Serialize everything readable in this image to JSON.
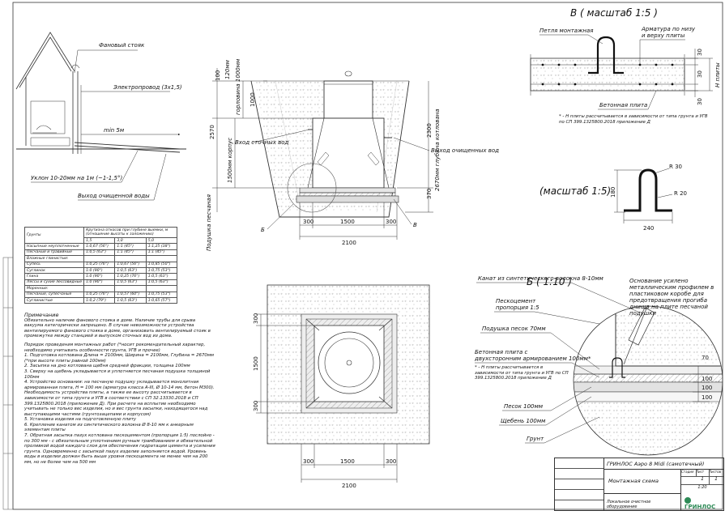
{
  "labels": {
    "fan_riser": "Фановый стояк",
    "power_line": "Электропровод (3х1,5)",
    "min_5m": "min 5м",
    "slope": "Уклон 10-20мм на 1м (~1-1,5°)",
    "outlet_treated": "Выход очищенной воды",
    "gorlovina_1000": "горловина 1000мм",
    "pipe_120": "120мм",
    "korpus_1500": "1500мм корпус",
    "inlet": "Вход сточных вод",
    "outlet": "Выход очищенных вод",
    "depth_2670": "2670мм глубина котлована",
    "cushion": "Подушка песчаная",
    "mark_B": "Б",
    "mark_V": "В"
  },
  "dims": {
    "d100": "100",
    "d1000": "1000",
    "d2570": "2570",
    "d2300": "2300",
    "d370": "370",
    "d300a": "300",
    "d1500a": "1500",
    "d300b": "300",
    "d2100a": "2100",
    "pv300a": "300",
    "pv1500": "1500",
    "pv300b": "300",
    "ph300a": "300",
    "ph1500": "1500",
    "ph300b": "300",
    "ph2100": "2100"
  },
  "detail_v": {
    "title": "В ( масштаб 1:5 )",
    "loop": "Петля монтажная",
    "rebar": "Арматура по низу и верху плиты",
    "plate": "Бетонная плита",
    "h_plate": "H плиты",
    "d30a": "30",
    "d30b": "30",
    "d30c": "30",
    "note": "* - Н плиты рассчитывается в зависимости от типа грунта и УГВ по СП 399.1325800.2018 приложение Д"
  },
  "detail_loop": {
    "title": "(масштаб 1:5)",
    "r30": "R 30",
    "r20": "R 20",
    "d180": "180",
    "d240": "240"
  },
  "detail_b": {
    "title": "Б ( 1:10 )",
    "rope": "Канат из синтетического волокна 8-10мм",
    "reinforce": "Основание усилено металлическим профилем в пластиковом коробе для предотвращения прогиба днища на плите песчаной подушки",
    "sand_cement": "Пескоцемент пропорция 1:5",
    "cushion": "Подушка песок 70мм",
    "plate": "Бетонная плита с двухсторонним армированием 100мм*",
    "note": "* - Н плиты рассчитывается в зависимости от типа грунта и УГВ по СП 399.1325800.2018 приложение Д",
    "sand": "Песок 100мм",
    "gravel": "Щебень 100мм",
    "soil": "Грунт",
    "d70": "70",
    "d100a": "100",
    "d100b": "100",
    "d100c": "100"
  },
  "soil_table": {
    "header_soil": "Грунты",
    "header_slope": "Крутизна откосов при глубине выемки, м (отношение высоты к заложению)",
    "depths": [
      "1,5",
      "3,0",
      "5,0"
    ],
    "rows": [
      [
        "Насыпные неуплотненные",
        "1:0,67 (56°)",
        "1:1 (45°)",
        "1:1,25 (38°)"
      ],
      [
        "Песчаные и гравийные",
        "1:0,5 (63°)",
        "1:1 (45°)",
        "1:1 (45°)"
      ],
      [
        "Влажные глинистые:",
        "",
        "",
        ""
      ],
      [
        "Супесь",
        "1:0,25 (76°)",
        "1:0,67 (56°)",
        "1:0,85 (50°)"
      ],
      [
        "Суглинок",
        "1:0 (90°)",
        "1:0,5 (63°)",
        "1:0,75 (53°)"
      ],
      [
        "Глина",
        "1:0 (90°)",
        "1:0,25 (76°)",
        "1:0,5 (63°)"
      ],
      [
        "Лессы и сухие лессовидные",
        "1:0 (90°)",
        "1:0,5 (63°)",
        "1:0,5 (63°)"
      ],
      [
        "Моренные:",
        "",
        "",
        ""
      ],
      [
        "Песчаные, супесчаные",
        "1:0,25 (76°)",
        "1:0,57 (60°)",
        "1:0,75 (53°)"
      ],
      [
        "Суглинистые",
        "1:0,2 (79°)",
        "1:0,5 (63°)",
        "1:0,65 (57°)"
      ]
    ]
  },
  "notes": {
    "title": "Примечание",
    "intro": "Обязательно наличие фанового стояка в доме. Наличие трубы для срыва вакуума категорически запрещено. В случае невозможности устройства вентилируемого фанового стояка в доме, организовать вентилируемый стояк в промежутке между станцией и выпуском сточных вод из дома.",
    "order_title": "Порядок проведения монтажных работ (*носит рекомендательный характер, необходимо учитывать особенности грунта, УГВ и прочее)",
    "steps": [
      "1. Подготовка котлована Длина = 2100мм, Ширина = 2100мм, Глубина = 2670мм (*при высоте плиты равной 100мм)",
      "2. Засыпка на дно котлована щебня средней фракции, толщина 100мм",
      "3. Сверху на щебень укладывается и уплотняется песчаная подушка толщиной 100мм",
      "4. Устройство основания: на песчаную подушку укладывается монолитная армированная плита, Н = 100 мм (арматура класса А-III, Ø 10-14 мм, бетон М300). Необходимость устройства плиты, а также ее высоту рассчитывается в зависимости от типа грунта и УГВ в соответствии с СП 32.13330.2018 и СП 399.1325800.2018 (приложение Д). При расчете на всплытие необходимо учитывать не только вес изделия, но и вес грунта засыпки, находящегося над выступающими частями (грунтозацепами и корпусом)",
      "5. Установка изделия на подготовленную плиту",
      "6. Крепление канатом из синтетического волокна Ø 8-10 мм к анкерным элементам плиты",
      "7. Обратная засыпка пазух котлована пескоцементом (пропорция 1:5) послойно - по 300 мм - с обязательным уплотнением ручным трамбованием и обязательной проливкой водой каждого слоя для обеспечения гидратации цемента и усиления грунта. Одновременно с засыпкой пазух изделие заполняется водой. Уровень воды в изделии должен быть выше уровня пескоцемента не менее чем на 200 мм, но не более чем на 500 мм"
    ]
  },
  "stamp": {
    "product": "ГРИНЛОС Аэро 8 Midi (самотечный)",
    "sheet_title": "Монтажная схема",
    "subtitle": "Локальное очистное оборудование",
    "stage": "Стадия",
    "sheet": "Лист",
    "sheets": "Листов",
    "sheet_no": "1",
    "sheets_no": "1",
    "scale_val": "1:20",
    "brand": "ГРИНЛОС"
  }
}
